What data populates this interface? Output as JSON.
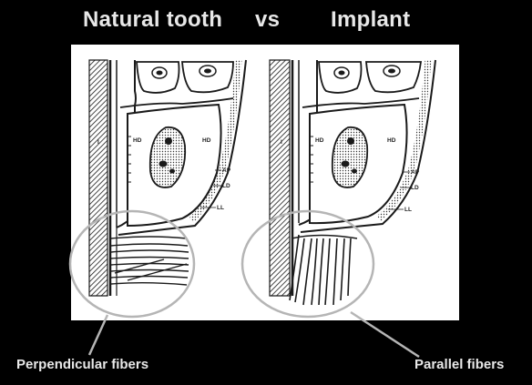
{
  "titles": {
    "left": "Natural tooth",
    "middle": "vs",
    "right": "Implant"
  },
  "panels": {
    "left": {
      "labels": {
        "i": "I",
        "hd_left": "HD",
        "hd_right": "HD",
        "ap": "AP",
        "ld": "LD",
        "ll": "LL"
      }
    },
    "right": {
      "labels": {
        "i": "I",
        "hd_left": "HD",
        "hd_right": "HD",
        "ap": "AP",
        "ld": "LD",
        "ll": "LL"
      }
    }
  },
  "callouts": {
    "left": "Perpendicular fibers",
    "right": "Parallel fibers"
  },
  "colors": {
    "background": "#000000",
    "text": "#e8e8e8",
    "panel": "#ffffff",
    "ink": "#1a1a1a",
    "callout_ring": "#b5b5b5"
  }
}
